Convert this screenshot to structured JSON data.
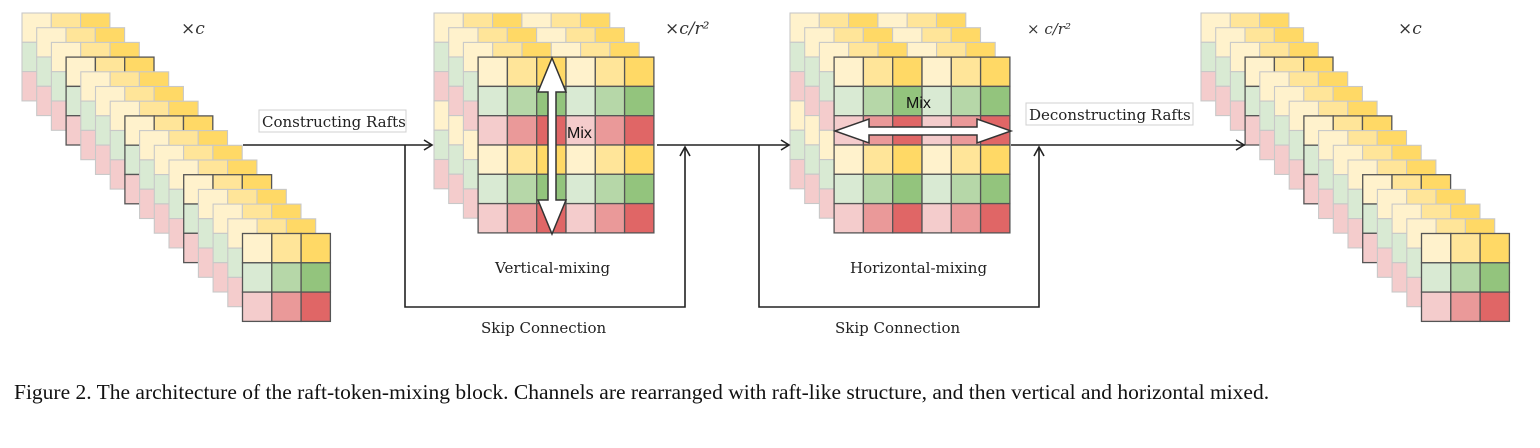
{
  "figure": {
    "caption": "Figure 2. The architecture of the raft-token-mixing block. Channels are rearranged with raft-like structure, and then vertical and horizontal mixed.",
    "palette": {
      "rows": [
        [
          "#fff2cc",
          "#ffe599",
          "#ffd966"
        ],
        [
          "#d9ead3",
          "#b6d7a8",
          "#93c47d"
        ],
        [
          "#f4cccc",
          "#ea9999",
          "#e06666"
        ]
      ],
      "border_light": "#c8c8c8",
      "border_dark": "#555555",
      "line": "#222222"
    },
    "input_stack": {
      "multiplier": "×c",
      "count": 16,
      "grid": "3x3"
    },
    "vertical_block": {
      "multiplier": "×c/r²",
      "count": 4,
      "grid": "6x6",
      "mix_label": "Mix",
      "title": "Vertical-mixing",
      "mix_direction": "vertical"
    },
    "horizontal_block": {
      "multiplier": "× c/r²",
      "count": 4,
      "grid": "6x6",
      "mix_label": "Mix",
      "title": "Horizontal-mixing",
      "mix_direction": "horizontal"
    },
    "output_stack": {
      "multiplier": "×c",
      "count": 16,
      "grid": "3x3"
    },
    "edges": {
      "construct": "Constructing Rafts",
      "deconstruct": "Deconstructing Rafts",
      "skip1": "Skip Connection",
      "skip2": "Skip Connection"
    }
  }
}
